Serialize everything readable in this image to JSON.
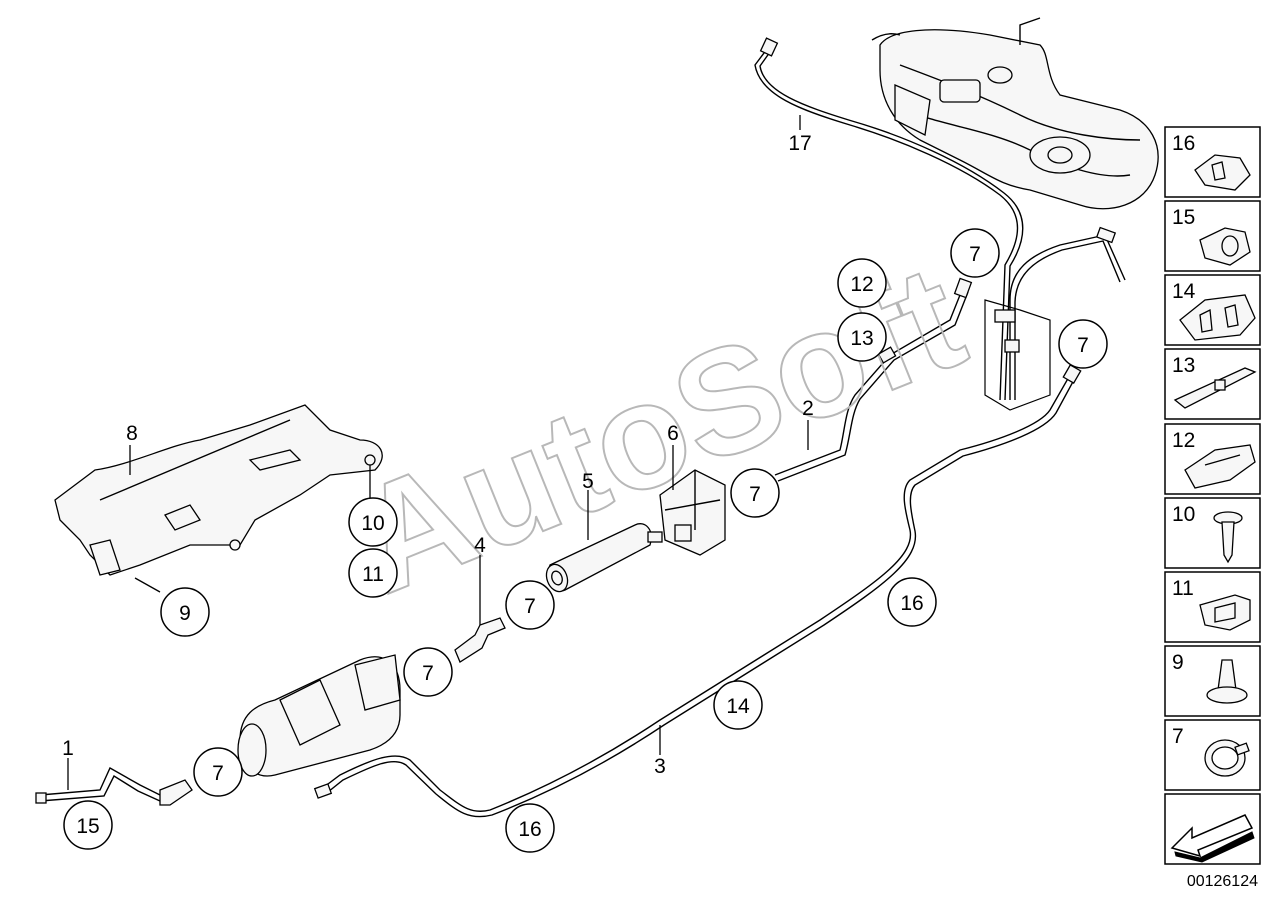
{
  "diagram_code": "00126124",
  "watermark": "AutoSoft",
  "callouts": [
    {
      "id": "c17",
      "text": "17",
      "circled": false
    },
    {
      "id": "c12",
      "text": "12",
      "circled": true
    },
    {
      "id": "c13",
      "text": "13",
      "circled": true
    },
    {
      "id": "c7a",
      "text": "7",
      "circled": true
    },
    {
      "id": "c7b",
      "text": "7",
      "circled": true
    },
    {
      "id": "c2",
      "text": "2",
      "circled": false
    },
    {
      "id": "c6",
      "text": "6",
      "circled": false
    },
    {
      "id": "c7c",
      "text": "7",
      "circled": true
    },
    {
      "id": "c5",
      "text": "5",
      "circled": false
    },
    {
      "id": "c8",
      "text": "8",
      "circled": false
    },
    {
      "id": "c10",
      "text": "10",
      "circled": true
    },
    {
      "id": "c11",
      "text": "11",
      "circled": true
    },
    {
      "id": "c9",
      "text": "9",
      "circled": true
    },
    {
      "id": "c4",
      "text": "4",
      "circled": false
    },
    {
      "id": "c7d",
      "text": "7",
      "circled": true
    },
    {
      "id": "c7e",
      "text": "7",
      "circled": true
    },
    {
      "id": "c16a",
      "text": "16",
      "circled": true
    },
    {
      "id": "c14",
      "text": "14",
      "circled": true
    },
    {
      "id": "c3",
      "text": "3",
      "circled": false
    },
    {
      "id": "c1",
      "text": "1",
      "circled": false
    },
    {
      "id": "c15",
      "text": "15",
      "circled": true
    },
    {
      "id": "c7f",
      "text": "7",
      "circled": true
    },
    {
      "id": "c16b",
      "text": "16",
      "circled": true
    }
  ],
  "sidebar_items": [
    "16",
    "15",
    "14",
    "13",
    "12",
    "10",
    "11",
    "9",
    "7",
    ""
  ]
}
